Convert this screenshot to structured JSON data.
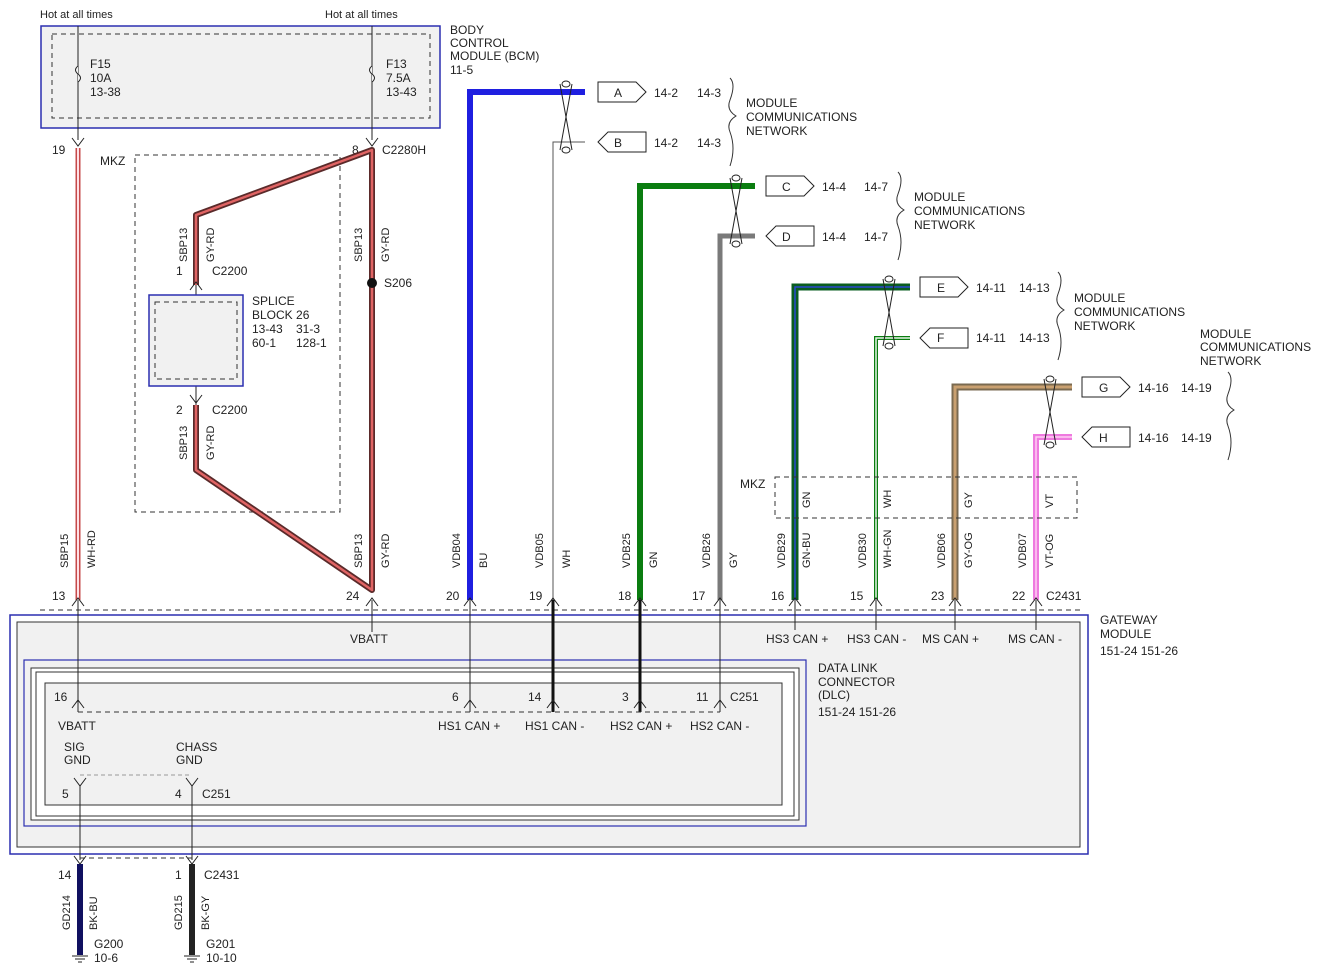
{
  "top": {
    "hot1": "Hot at all times",
    "hot2": "Hot at all times"
  },
  "bcm": {
    "line1": "BODY",
    "line2": "CONTROL",
    "line3": "MODULE (BCM)",
    "ref": "11-5",
    "f15": {
      "name": "F15",
      "rating": "10A",
      "ref": "13-38"
    },
    "f13": {
      "name": "F13",
      "rating": "7.5A",
      "ref": "13-43"
    }
  },
  "pins_top": {
    "p19": "19",
    "p8": "8",
    "conn": "C2280H"
  },
  "mkz1": "MKZ",
  "mkz2": "MKZ",
  "splice_block": {
    "l1": "SPLICE",
    "l2": "BLOCK 26",
    "r1a": "13-43",
    "r1b": "31-3",
    "r2a": "60-1",
    "r2b": "128-1"
  },
  "c2200": {
    "pin1": "1",
    "pin2": "2",
    "conn1": "C2200",
    "conn2": "C2200"
  },
  "s206": "S206",
  "circuits": {
    "sbp13": "SBP13",
    "gyrd": "GY-RD",
    "sbp15": "SBP15",
    "whrd": "WH-RD",
    "vdb04": "VDB04",
    "bu": "BU",
    "vdb05": "VDB05",
    "wh": "WH",
    "vdb25": "VDB25",
    "gn": "GN",
    "vdb26": "VDB26",
    "gy": "GY",
    "vdb29": "VDB29",
    "gnbu": "GN-BU",
    "vdb30": "VDB30",
    "whgn": "WH-GN",
    "vdb06": "VDB06",
    "gyog": "GY-OG",
    "vdb07": "VDB07",
    "vtog": "VT-OG",
    "gn_top": "GN",
    "wh_top": "WH",
    "gy_top": "GY",
    "vt_top": "VT",
    "gd214": "GD214",
    "bkbu": "BK-BU",
    "gd215": "GD215",
    "bkgy": "BK-GY"
  },
  "connectors": [
    {
      "id": "A",
      "r1": "14-2",
      "r2": "14-3"
    },
    {
      "id": "B",
      "r1": "14-2",
      "r2": "14-3"
    },
    {
      "id": "C",
      "r1": "14-4",
      "r2": "14-7"
    },
    {
      "id": "D",
      "r1": "14-4",
      "r2": "14-7"
    },
    {
      "id": "E",
      "r1": "14-11",
      "r2": "14-13"
    },
    {
      "id": "F",
      "r1": "14-11",
      "r2": "14-13"
    },
    {
      "id": "G",
      "r1": "14-16",
      "r2": "14-19"
    },
    {
      "id": "H",
      "r1": "14-16",
      "r2": "14-19"
    }
  ],
  "mcn": {
    "l1": "MODULE",
    "l2": "COMMUNICATIONS",
    "l3": "NETWORK"
  },
  "gateway_pins": {
    "p13": "13",
    "p24": "24",
    "p20": "20",
    "p19": "19",
    "p18": "18",
    "p17": "17",
    "p16": "16",
    "p15": "15",
    "p23": "23",
    "p22": "22",
    "conn": "C2431"
  },
  "gateway": {
    "l1": "GATEWAY",
    "l2": "MODULE",
    "ref": "151-24  151-26",
    "vbatt": "VBATT",
    "hs3p": "HS3 CAN +",
    "hs3m": "HS3 CAN -",
    "msp": "MS CAN +",
    "msm": "MS CAN -"
  },
  "dlc": {
    "l1": "DATA LINK",
    "l2": "CONNECTOR",
    "l3": "(DLC)",
    "ref": "151-24  151-26",
    "p16": "16",
    "p6": "6",
    "p14": "14",
    "p3": "3",
    "p11": "11",
    "conn": "C251",
    "vbatt": "VBATT",
    "hs1p": "HS1 CAN +",
    "hs1m": "HS1 CAN -",
    "hs2p": "HS2 CAN +",
    "hs2m": "HS2 CAN -",
    "sig1": "SIG",
    "sig2": "GND",
    "chass1": "CHASS",
    "chass2": "GND",
    "p5": "5",
    "p4": "4",
    "conn2": "C251"
  },
  "grounds": {
    "p14": "14",
    "p1": "1",
    "conn": "C2431",
    "g200": "G200",
    "g200ref": "10-6",
    "g201": "G201",
    "g201ref": "10-10"
  },
  "colors": {
    "blue": "#1f1fe0",
    "green": "#0a7d10",
    "gray": "#7a7a7a",
    "darkred": "#5a2a2a",
    "pink": "#ffb8c8",
    "tan": "#a8845a",
    "violet": "#ee7adf",
    "border": "#2b2fb0"
  }
}
